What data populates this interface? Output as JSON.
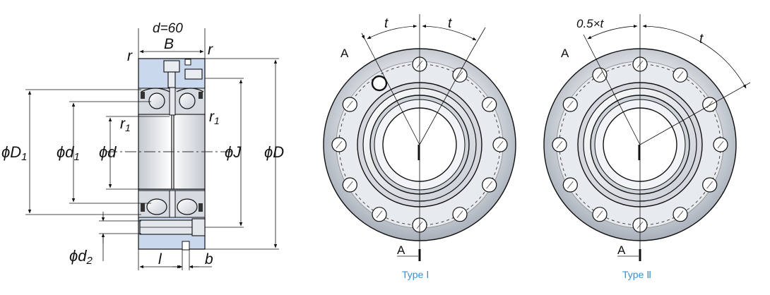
{
  "section": {
    "d_value": "d=60",
    "B": "B",
    "r": "r",
    "r1": "r",
    "r1_sub": "1",
    "D1": "ϕD",
    "D1_sub": "1",
    "d1": "ϕd",
    "d1_sub": "1",
    "d": "ϕd",
    "J": "ϕJ",
    "D": "ϕD",
    "d2": "ϕd",
    "d2_sub": "2",
    "l": "l",
    "b": "b"
  },
  "type1": {
    "t_left": "t",
    "t_right": "t",
    "a_top": "A",
    "a_bottom": "A",
    "caption": "Type Ⅰ"
  },
  "type2": {
    "t_left": "0.5×t",
    "t_right": "t",
    "a_top": "A",
    "a_bottom": "A",
    "caption": "Type Ⅱ"
  },
  "colors": {
    "ring": "#cfd4db",
    "ring_dark": "#9aa2ad",
    "section_fill": "#cad8ee",
    "caption": "#3a8fd0"
  }
}
